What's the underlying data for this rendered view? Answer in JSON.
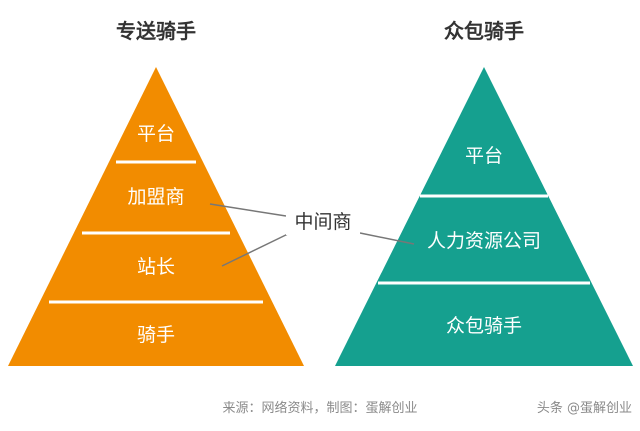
{
  "left": {
    "title": "专送骑手",
    "levels": [
      "平台",
      "加盟商",
      "站长",
      "骑手"
    ],
    "color": "#F28C00"
  },
  "right": {
    "title": "众包骑手",
    "levels": [
      "平台",
      "人力资源公司",
      "众包骑手"
    ],
    "color": "#15A08F"
  },
  "middle_label": "中间商",
  "source_note": "来源：网络资料，制图：蛋解创业",
  "watermark": "头条 @蛋解创业",
  "colors": {
    "title_text": "#333333",
    "level_text": "#ffffff",
    "separator": "#ffffff",
    "connector": "#777777",
    "note_text": "#8a8a8a"
  }
}
